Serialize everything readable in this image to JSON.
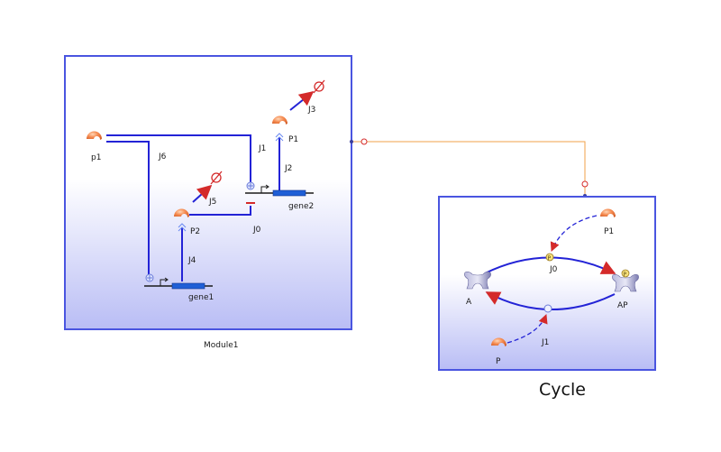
{
  "modules": {
    "module1": {
      "label": "Module1",
      "species": {
        "p1": "p1",
        "P1": "P1",
        "P2": "P2"
      },
      "reactions": {
        "J1": "J1",
        "J2": "J2",
        "J3": "J3",
        "J4": "J4",
        "J5": "J5",
        "J6": "J6",
        "J0": "J0"
      },
      "genes": {
        "gene1": "gene1",
        "gene2": "gene2"
      }
    },
    "cycle": {
      "label": "Cycle",
      "species": {
        "A": "A",
        "AP": "AP",
        "P1": "P1",
        "P": "P"
      },
      "reactions": {
        "J0": "J0",
        "J1": "J1"
      },
      "phospho_mark": "P"
    }
  },
  "colors": {
    "module_border": "#4a55e0",
    "module_fill_top": "#ffffff",
    "module_fill_bottom": "#b9bdf5",
    "edge": "#2323d6",
    "arrowhead": "#d42a2a",
    "link": "#f2a24a",
    "protein": "#f08a4b",
    "gene": "#1f5fd6",
    "enzyme": "#8d8dbf"
  }
}
